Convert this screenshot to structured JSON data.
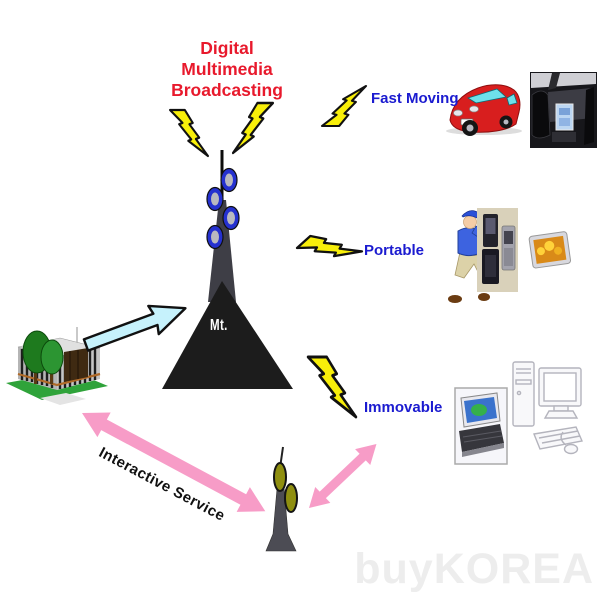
{
  "diagram": {
    "title": "Digital\nMultimedia\nBroadcasting",
    "mt_label": "Mt.",
    "interactive_service": "Interactive Service",
    "watermark": "buyKOREA",
    "receivers": [
      {
        "label": "Fast Moving"
      },
      {
        "label": "Portable"
      },
      {
        "label": "Immovable"
      }
    ]
  },
  "colors": {
    "title_red": "#e8192c",
    "label_blue": "#1b1bd0",
    "bolt_yellow": "#f8ef0a",
    "mountain_black": "#1c1c1c",
    "antenna_drum_blue": "#2531cf",
    "relay_drum_olive": "#8f8f10",
    "pink_arrow": "#f79cc7",
    "cyan_arrow": "#c6f2fc",
    "watermark_gray": "#ededed"
  },
  "icons": [
    "lightning-bolt-icon",
    "broadcast-tower-icon",
    "mountain-icon",
    "office-building-icon",
    "block-arrow-icon",
    "interactive-double-arrow-icon",
    "relay-antenna-icon",
    "car-photo",
    "car-interior-photo",
    "person-with-phone-clipart",
    "mobile-phones-photo",
    "portable-media-player-photo",
    "laptop-photo",
    "desktop-computer-clipart"
  ]
}
